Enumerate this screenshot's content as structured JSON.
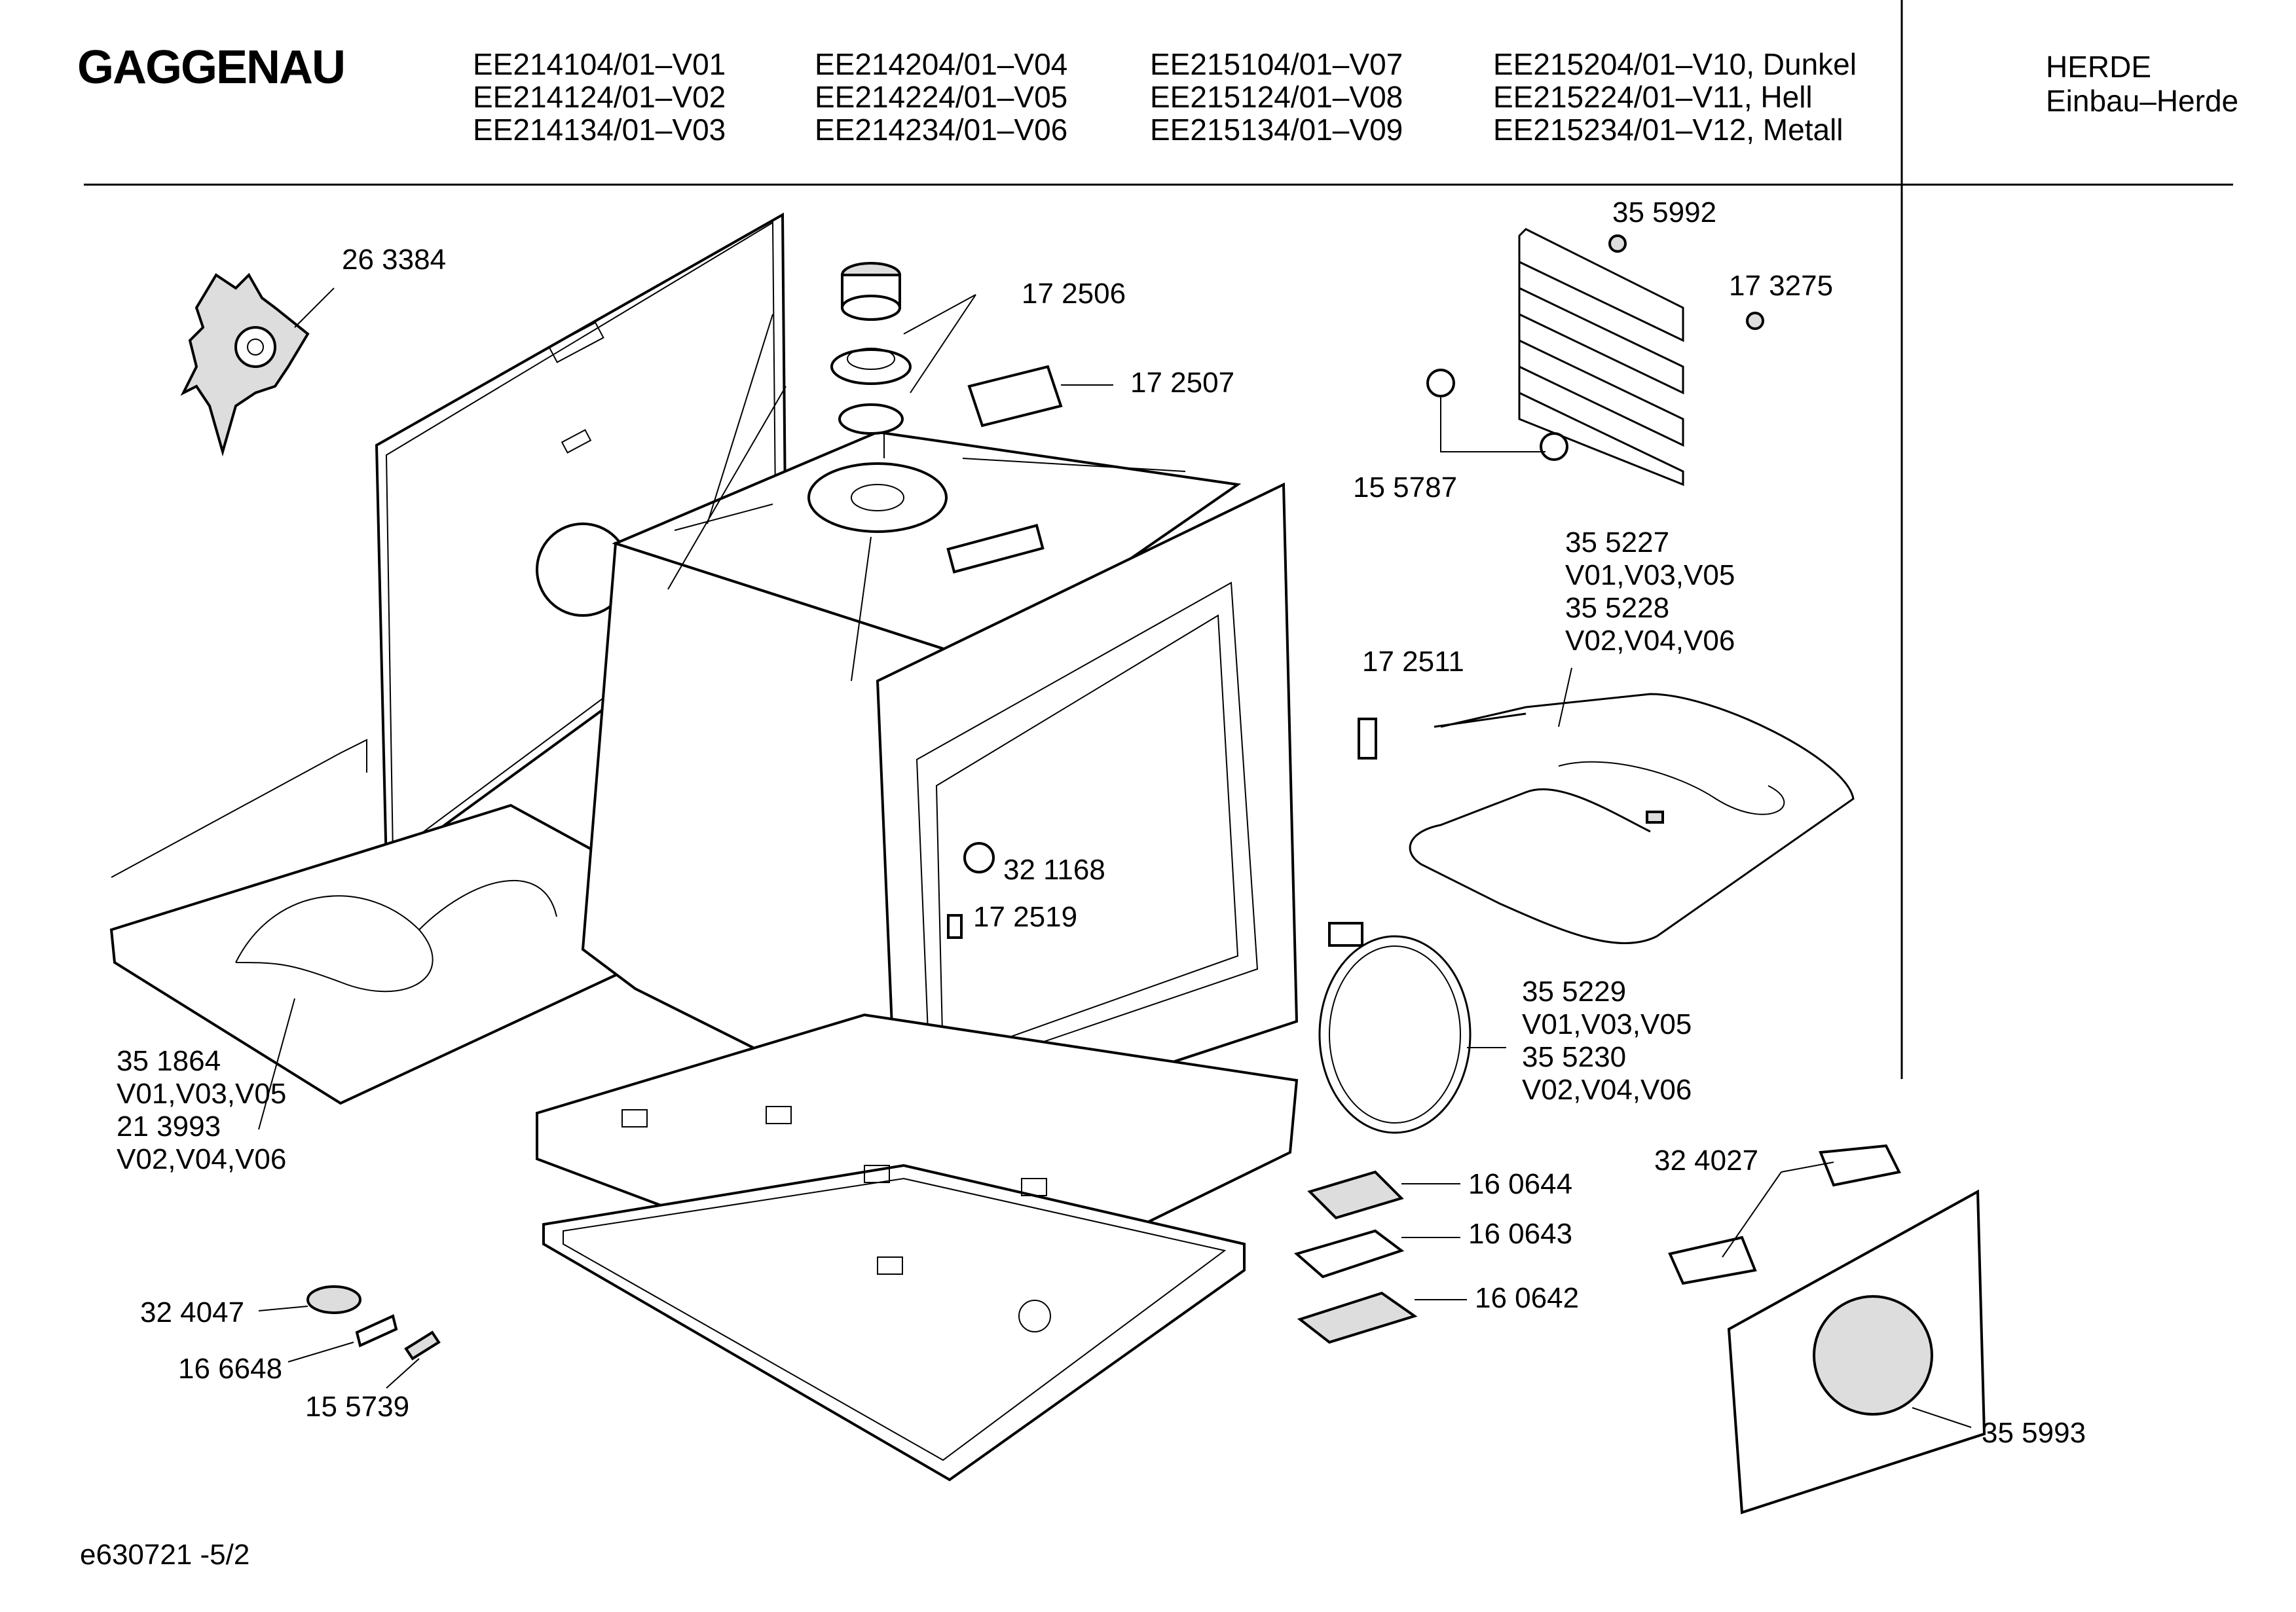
{
  "header": {
    "brand": "GAGGENAU",
    "models_col1": [
      "EE214104/01–V01",
      "EE214124/01–V02",
      "EE214134/01–V03"
    ],
    "models_col2": [
      "EE214204/01–V04",
      "EE214224/01–V05",
      "EE214234/01–V06"
    ],
    "models_col3": [
      "EE215104/01–V07",
      "EE215124/01–V08",
      "EE215134/01–V09"
    ],
    "models_col4": [
      "EE215204/01–V10, Dunkel",
      "EE215224/01–V11, Hell",
      "EE215234/01–V12, Metall"
    ],
    "category": "HERDE",
    "subcategory": "Einbau–Herde"
  },
  "labels": {
    "p263384": "26 3384",
    "p172506": "17 2506",
    "p172507": "17 2507",
    "p355992": "35 5992",
    "p173275": "17 3275",
    "p155787": "15 5787",
    "p355227": "35 5227",
    "v1": "V01,V03,V05",
    "p355228": "35 5228",
    "v2": "V02,V04,V06",
    "p172511": "17 2511",
    "p321168": "32 1168",
    "p172519": "17 2519",
    "p355229": "35 5229",
    "v3": "V01,V03,V05",
    "p355230": "35 5230",
    "v4": "V02,V04,V06",
    "p351864": "35 1864",
    "v5": "V01,V03,V05",
    "p213993": "21 3993",
    "v6": "V02,V04,V06",
    "p160644": "16 0644",
    "p160643": "16 0643",
    "p160642": "16 0642",
    "p324027": "32 4027",
    "p324047": "32 4047",
    "p166648": "16 6648",
    "p155739": "15 5739",
    "p355993": "35 5993"
  },
  "footer": {
    "drawing_id": "e630721 -5/2"
  }
}
